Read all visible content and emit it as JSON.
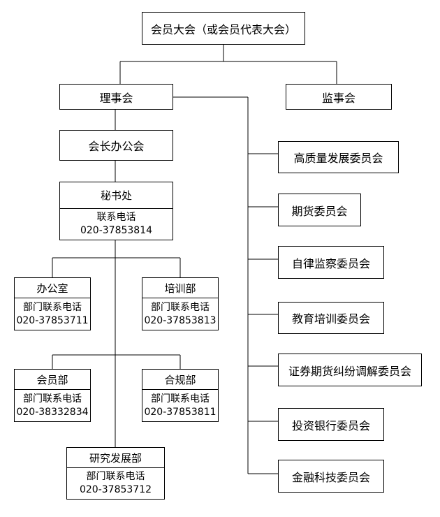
{
  "top": {
    "label": "会员大会（或会员代表大会）"
  },
  "council": {
    "label": "理事会"
  },
  "supervisors": {
    "label": "监事会"
  },
  "president_office": {
    "label": "会长办公会"
  },
  "secretariat": {
    "title": "秘书处",
    "phone_label": "联系电话",
    "phone": "020-37853814"
  },
  "departments": [
    {
      "title": "办公室",
      "phone_label": "部门联系电话",
      "phone": "020-37853711"
    },
    {
      "title": "培训部",
      "phone_label": "部门联系电话",
      "phone": "020-37853813"
    },
    {
      "title": "会员部",
      "phone_label": "部门联系电话",
      "phone": "020-38332834"
    },
    {
      "title": "合规部",
      "phone_label": "部门联系电话",
      "phone": "020-37853811"
    },
    {
      "title": "研究发展部",
      "phone_label": "部门联系电话",
      "phone": "020-37853712"
    }
  ],
  "committees": [
    {
      "label": "高质量发展委员会"
    },
    {
      "label": "期货委员会"
    },
    {
      "label": "自律监察委员会"
    },
    {
      "label": "教育培训委员会"
    },
    {
      "label": "证券期货纠纷调解委员会"
    },
    {
      "label": "投资银行委员会"
    },
    {
      "label": "金融科技委员会"
    }
  ]
}
